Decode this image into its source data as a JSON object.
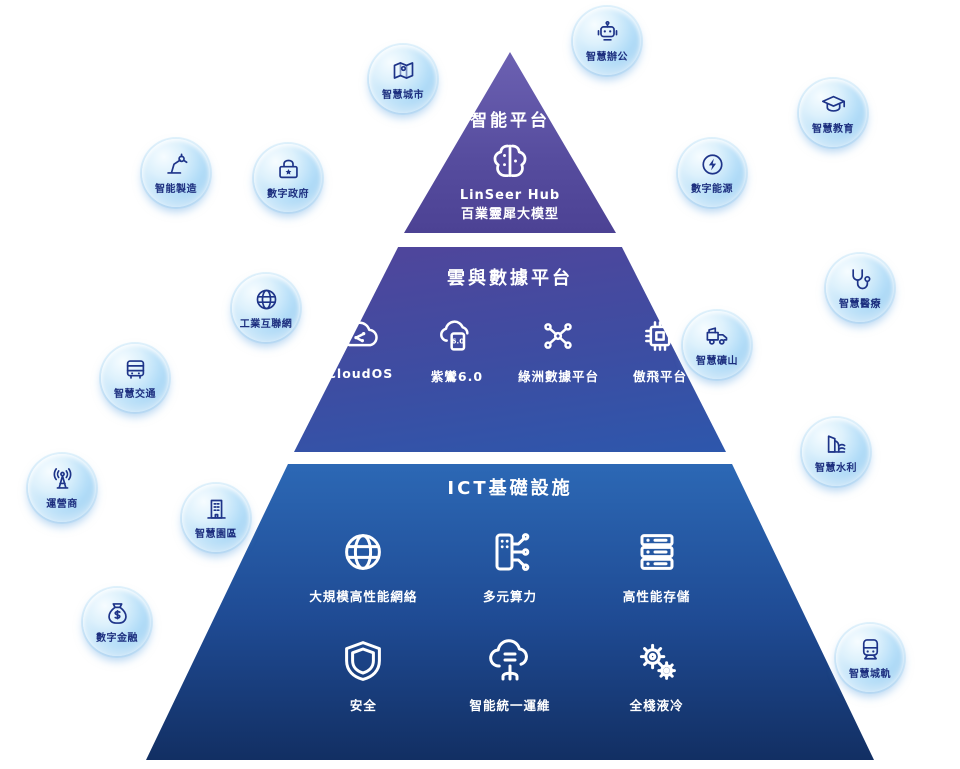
{
  "pyramid": {
    "tier1": {
      "title": "智能平台",
      "icon": "ai-brain-icon",
      "line1": "LinSeer Hub",
      "line2": "百業靈犀大模型"
    },
    "tier2": {
      "title": "雲與數據平台",
      "items": [
        {
          "id": "cloudos",
          "icon": "cloud-os-icon",
          "label": "CloudOS"
        },
        {
          "id": "ziluan-6-0",
          "icon": "cloud-60-icon",
          "label": "紫鸞6.0"
        },
        {
          "id": "oasis-data-platform",
          "icon": "data-nodes-icon",
          "label": "綠洲數據平台"
        },
        {
          "id": "aofei-platform",
          "icon": "chip-icon",
          "label": "傲飛平台"
        }
      ]
    },
    "tier3": {
      "title": "ICT基礎設施",
      "items_row1": [
        {
          "id": "high-performance-network",
          "icon": "globe-network-icon",
          "label": "大規模高性能網絡"
        },
        {
          "id": "diverse-computing",
          "icon": "compute-icon",
          "label": "多元算力"
        },
        {
          "id": "high-performance-storage",
          "icon": "storage-icon",
          "label": "高性能存儲"
        }
      ],
      "items_row2": [
        {
          "id": "security",
          "icon": "shield-icon",
          "label": "安全"
        },
        {
          "id": "unified-ops",
          "icon": "cloud-ops-icon",
          "label": "智能統一運維"
        },
        {
          "id": "full-stack-liquid-cooling",
          "icon": "gears-icon",
          "label": "全棧液冷"
        }
      ]
    }
  },
  "bubbles": [
    {
      "id": "smart-office",
      "icon": "robot-icon",
      "label": "智慧辦公"
    },
    {
      "id": "smart-city",
      "icon": "map-pin-icon",
      "label": "智慧城市"
    },
    {
      "id": "smart-education",
      "icon": "graduation-cap-icon",
      "label": "智慧教育"
    },
    {
      "id": "smart-manufacturing",
      "icon": "robot-arm-icon",
      "label": "智能製造"
    },
    {
      "id": "digital-government",
      "icon": "ballot-box-icon",
      "label": "數字政府"
    },
    {
      "id": "digital-energy",
      "icon": "energy-icon",
      "label": "數字能源"
    },
    {
      "id": "smart-healthcare",
      "icon": "stethoscope-icon",
      "label": "智慧醫療"
    },
    {
      "id": "industrial-internet",
      "icon": "globe-link-icon",
      "label": "工業互聯網"
    },
    {
      "id": "smart-mining",
      "icon": "truck-icon",
      "label": "智慧礦山"
    },
    {
      "id": "smart-transport",
      "icon": "bus-icon",
      "label": "智慧交通"
    },
    {
      "id": "smart-water",
      "icon": "dam-icon",
      "label": "智慧水利"
    },
    {
      "id": "telecom-operator",
      "icon": "antenna-icon",
      "label": "運營商"
    },
    {
      "id": "smart-campus",
      "icon": "building-icon",
      "label": "智慧園區"
    },
    {
      "id": "digital-finance",
      "icon": "money-bag-icon",
      "label": "數字金融"
    },
    {
      "id": "smart-rail",
      "icon": "train-icon",
      "label": "智慧城軌"
    }
  ],
  "colors": {
    "tier1_purple": "#5a509f",
    "tier2_top": "#51459b",
    "tier2_bottom": "#2d57ac",
    "tier3_top": "#2c68b5",
    "tier3_bottom": "#122f63",
    "bubble_fill": "#bfe4fa",
    "bubble_text": "#1d2f7f",
    "pyramid_text": "#ffffff"
  }
}
